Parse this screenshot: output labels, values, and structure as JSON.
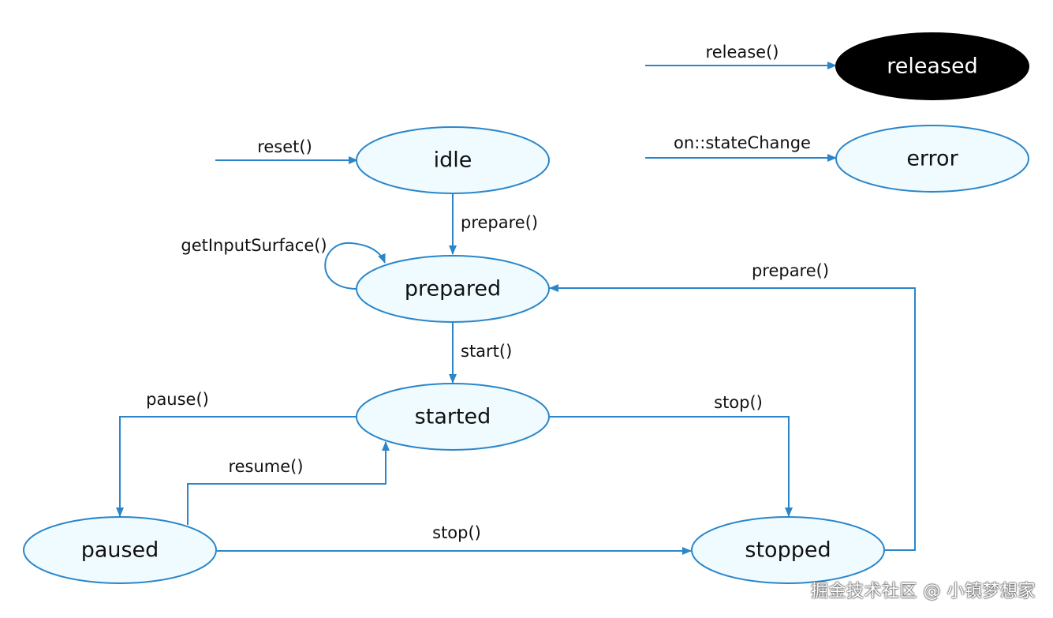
{
  "colors": {
    "edge": "#2b86c9",
    "state_fill": "#f0fbff",
    "state_stroke": "#2b86c9",
    "released_fill": "#000000",
    "released_text": "#ffffff"
  },
  "states": {
    "idle": "idle",
    "prepared": "prepared",
    "started": "started",
    "paused": "paused",
    "stopped": "stopped",
    "released": "released",
    "error": "error"
  },
  "transitions": {
    "reset": "reset()",
    "prepare_idle": "prepare()",
    "get_input_surface": "getInputSurface()",
    "start": "start()",
    "pause": "pause()",
    "resume": "resume()",
    "stop_started": "stop()",
    "stop_paused": "stop()",
    "prepare_stopped": "prepare()",
    "release": "release()",
    "state_change": "on::stateChange"
  },
  "watermark": "掘金技术社区 @ 小镇梦想家"
}
